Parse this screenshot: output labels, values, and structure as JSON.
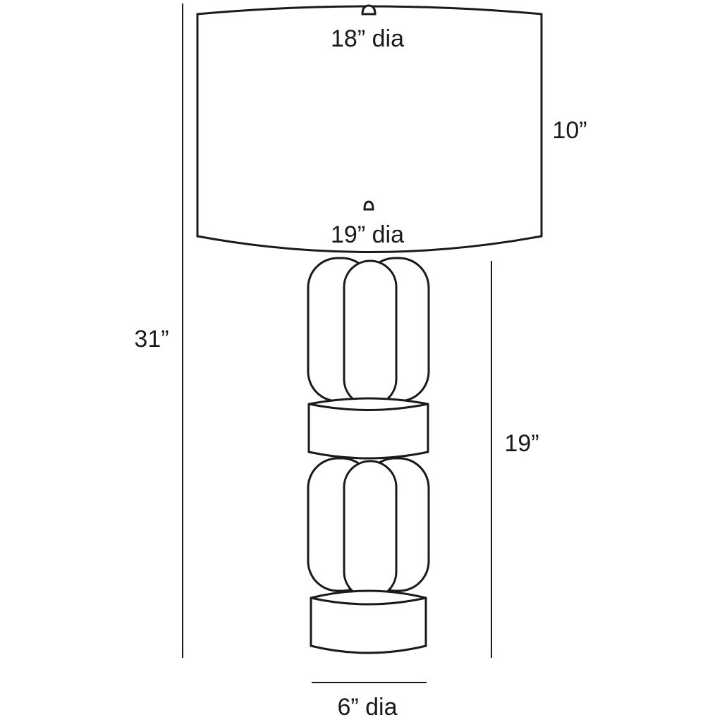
{
  "dimensions": {
    "shade_top_diameter": "18” dia",
    "shade_height": "10”",
    "shade_bottom_diameter": "19” dia",
    "overall_height": "31”",
    "base_height": "19”",
    "base_diameter": "6” dia"
  },
  "colors": {
    "line": "#1a1a1a",
    "background": "#ffffff"
  }
}
